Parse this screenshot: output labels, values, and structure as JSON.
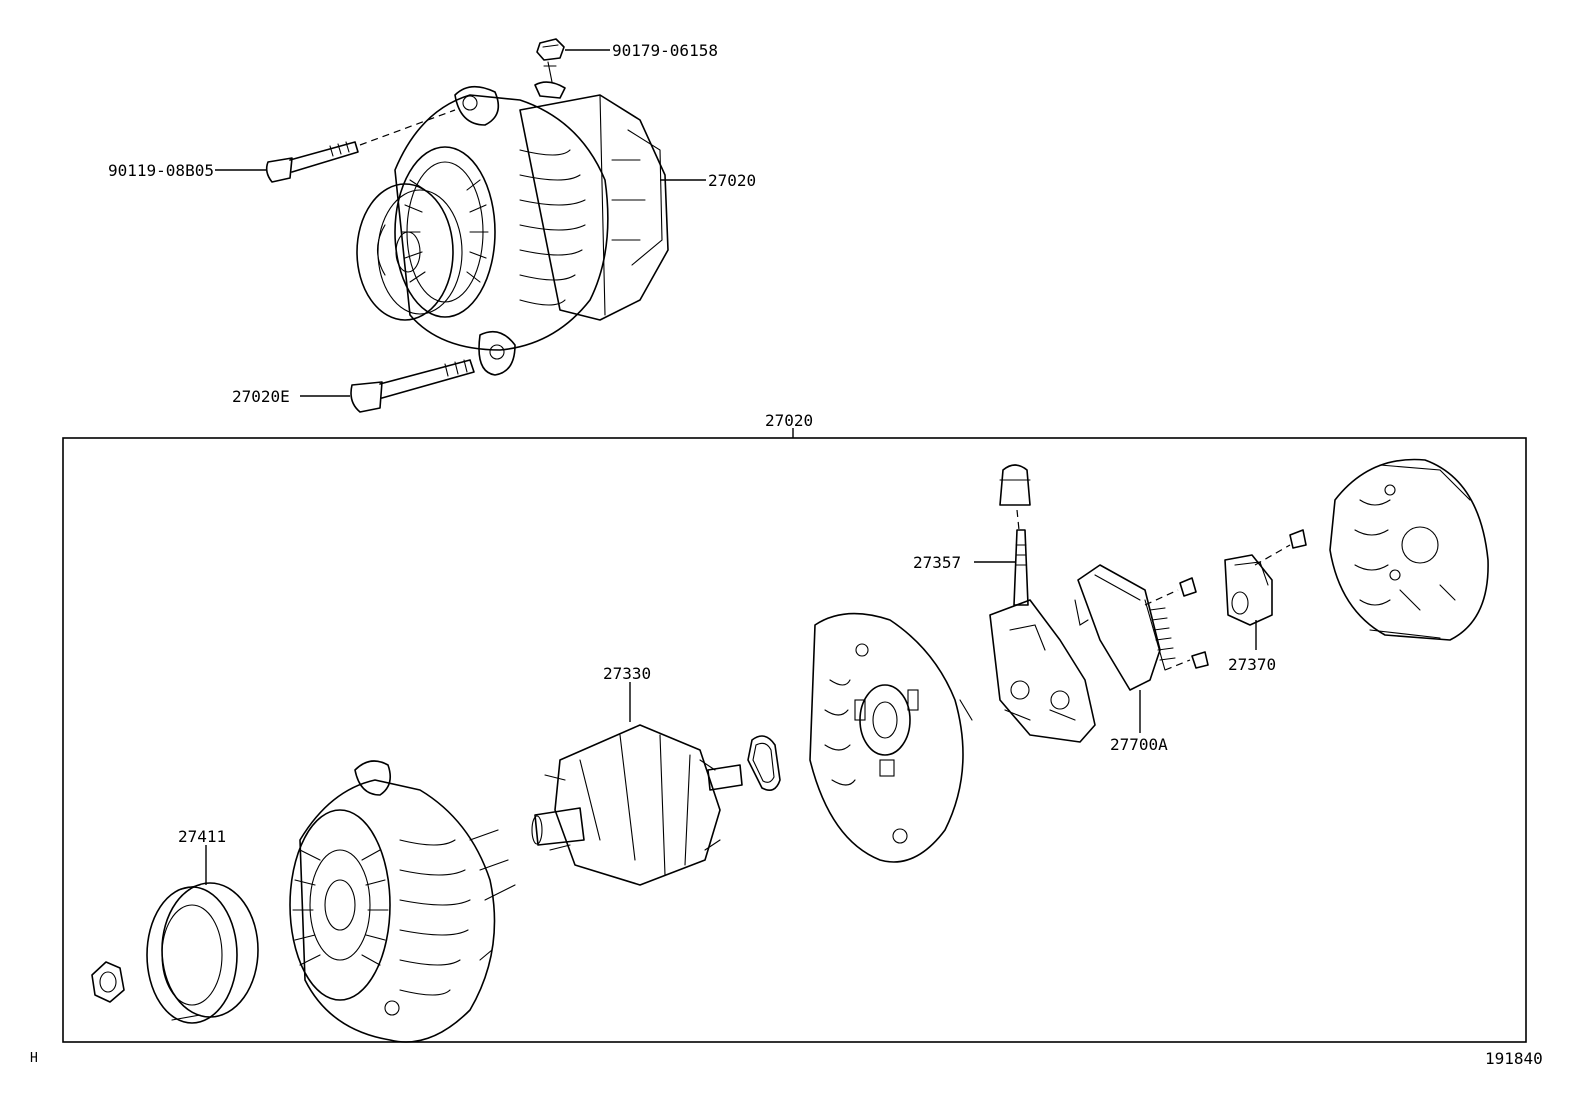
{
  "labels": {
    "nut_part": "90179-06158",
    "bolt_upper": "90119-08B05",
    "alternator_assy": "27020",
    "bolt_lower": "27020E",
    "exploded_group": "27020",
    "terminal_insulator": "27357",
    "brush_holder": "27370",
    "rectifier": "27700A",
    "rotor": "27330",
    "pulley": "27411"
  },
  "corner_marks": {
    "left": "H",
    "right": "191840"
  },
  "icons": [
    "nut-icon",
    "bolt-icon",
    "alternator-icon",
    "pulley-icon",
    "rotor-icon",
    "end-frame-icon",
    "rectifier-icon",
    "brush-holder-icon",
    "rear-cover-icon"
  ]
}
